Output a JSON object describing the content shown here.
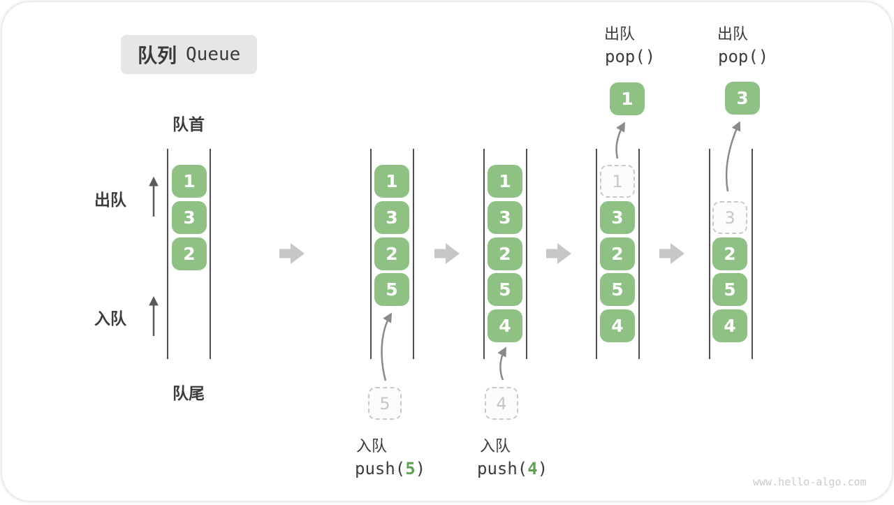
{
  "title": {
    "zh": "队列",
    "en": "Queue"
  },
  "front_label": "队首",
  "rear_label": "队尾",
  "side": {
    "dequeue": "出队",
    "enqueue": "入队"
  },
  "states": [
    {
      "items": [
        "1",
        "3",
        "2"
      ]
    },
    {
      "items": [
        "1",
        "3",
        "2",
        "5"
      ],
      "ghost": "5",
      "op": {
        "name": "入队",
        "fn": "push(",
        "arg": "5",
        "close": ")"
      }
    },
    {
      "items": [
        "1",
        "3",
        "2",
        "5",
        "4"
      ],
      "ghost": "4",
      "op": {
        "name": "入队",
        "fn": "push(",
        "arg": "4",
        "close": ")"
      }
    },
    {
      "items": [
        "3",
        "2",
        "5",
        "4"
      ],
      "ghost": "1",
      "popped": "1",
      "op": {
        "name": "出队",
        "fn": "pop()"
      }
    },
    {
      "items": [
        "2",
        "5",
        "4"
      ],
      "ghost": "3",
      "popped": "3",
      "op": {
        "name": "出队",
        "fn": "pop()"
      }
    }
  ],
  "watermark": "www.hello-algo.com",
  "colors": {
    "item_green": "#8fc184",
    "code_arg_green": "#5fa052",
    "text_dark": "#3c3c3c",
    "block_arrow_gray": "#c6c6c6",
    "ghost_gray": "#c9c9c9",
    "thin_arrow_gray": "#8a8a8a",
    "title_bg": "#e6e6e6",
    "watermark_gray": "#c9cbca"
  }
}
